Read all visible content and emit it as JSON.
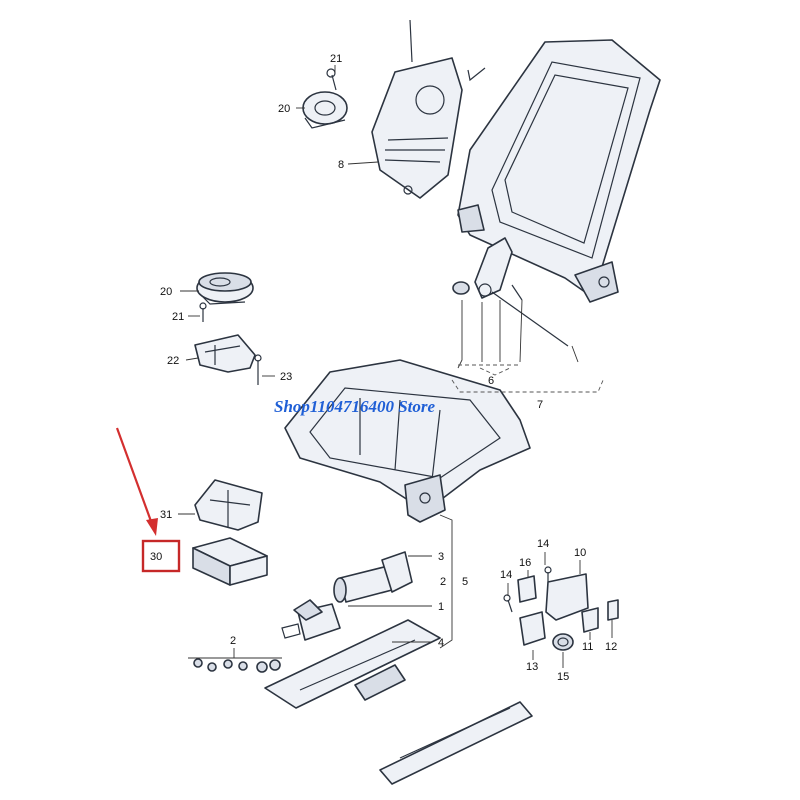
{
  "diagram": {
    "callouts": {
      "c21_top": "21",
      "c20_top": "20",
      "c8": "8",
      "c20_mid": "20",
      "c21_mid": "21",
      "c22": "22",
      "c23": "23",
      "c6": "6",
      "c7": "7",
      "c31": "31",
      "c30": "30",
      "c3": "3",
      "c2_right": "2",
      "c5": "5",
      "c1": "1",
      "c4": "4",
      "c2_bottom": "2",
      "c14_top": "14",
      "c16": "16",
      "c10": "10",
      "c14_mid": "14",
      "c13": "13",
      "c15": "15",
      "c11": "11",
      "c12": "12"
    },
    "highlight": {
      "label": "30",
      "box_color": "#c62828",
      "arrow_color": "#d32f2f"
    },
    "watermark": "Shop1104716400 Store",
    "colors": {
      "line": "#2c3440",
      "watermark": "#1f5fd6"
    }
  }
}
